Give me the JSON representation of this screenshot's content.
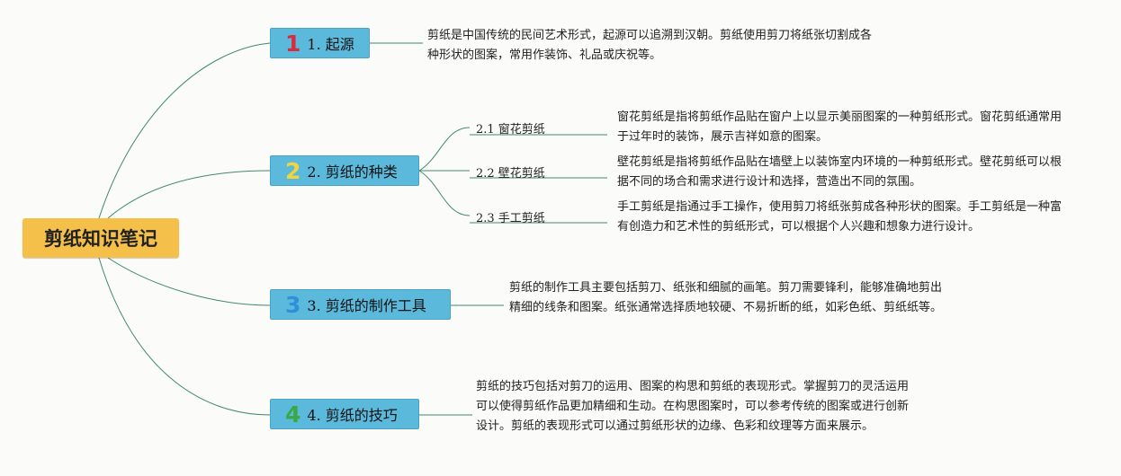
{
  "root": {
    "title": "剪纸知识笔记"
  },
  "topics": [
    {
      "number": "1",
      "label": "1. 起源",
      "color": "#d92c3a",
      "note": "剪纸是中国传统的民间艺术形式，起源可以追溯到汉朝。剪纸使用剪刀将纸张切割成各种形状的图案，常用作装饰、礼品或庆祝等。"
    },
    {
      "number": "2",
      "label": "2. 剪纸的种类",
      "color": "#f3d43c",
      "subtopics": [
        {
          "label": "2.1 窗花剪纸",
          "note": "窗花剪纸是指将剪纸作品贴在窗户上以显示美丽图案的一种剪纸形式。窗花剪纸通常用于过年时的装饰，展示吉祥如意的图案。"
        },
        {
          "label": "2.2 壁花剪纸",
          "note": "壁花剪纸是指将剪纸作品贴在墙壁上以装饰室内环境的一种剪纸形式。壁花剪纸可以根据不同的场合和需求进行设计和选择，营造出不同的氛围。"
        },
        {
          "label": "2.3 手工剪纸",
          "note": "手工剪纸是指通过手工操作，使用剪刀将纸张剪成各种形状的图案。手工剪纸是一种富有创造力和艺术性的剪纸形式，可以根据个人兴趣和想象力进行设计。"
        }
      ]
    },
    {
      "number": "3",
      "label": "3. 剪纸的制作工具",
      "color": "#2f8fd8",
      "note": "剪纸的制作工具主要包括剪刀、纸张和细腻的画笔。剪刀需要锋利，能够准确地剪出精细的线条和图案。纸张通常选择质地较硬、不易折断的纸，如彩色纸、剪纸纸等。"
    },
    {
      "number": "4",
      "label": "4. 剪纸的技巧",
      "color": "#3aa845",
      "note": "剪纸的技巧包括对剪刀的运用、图案的构思和剪纸的表现形式。掌握剪刀的灵活运用可以使得剪纸作品更加精细和生动。在构思图案时，可以参考传统的图案或进行创新设计。剪纸的表现形式可以通过剪纸形状的边缘、色彩和纹理等方面来展示。"
    }
  ]
}
